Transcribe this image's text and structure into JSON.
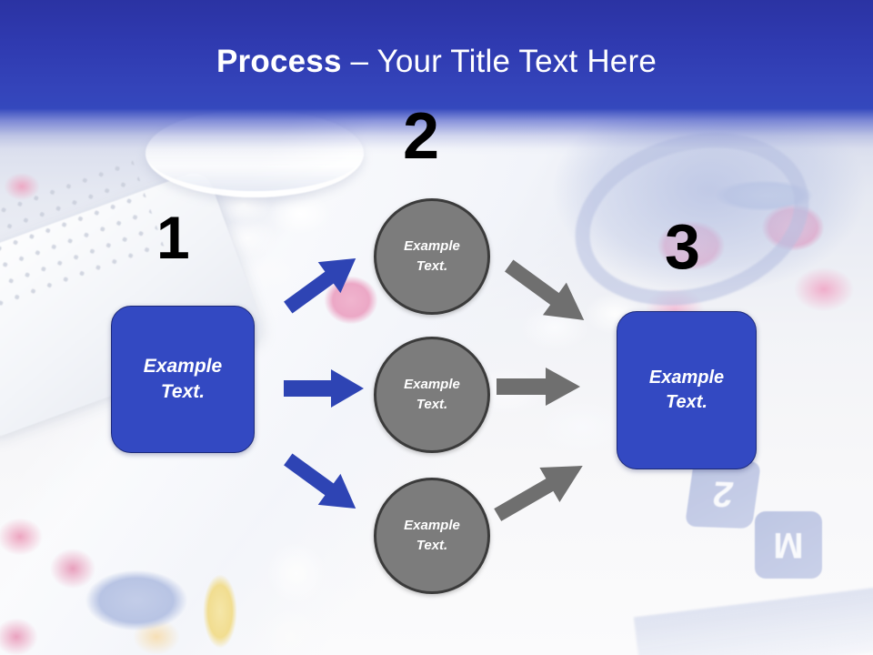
{
  "slide": {
    "title_strong": "Process",
    "title_rest": " – Your Title Text Here",
    "background": "pharmaceutical pills and calculator photograph",
    "colors": {
      "header_blue": "#2f3ab0",
      "box_blue": "#3349c2",
      "circle_gray": "#7c7c7c",
      "circle_border": "#3b3b3b",
      "arrow_blue": "#2e44b4",
      "arrow_gray": "#6f6f6f",
      "number_black": "#000000",
      "text_white": "#ffffff"
    }
  },
  "steps": [
    {
      "number": "1",
      "label": "step-number-1"
    },
    {
      "number": "2",
      "label": "step-number-2"
    },
    {
      "number": "3",
      "label": "step-number-3"
    }
  ],
  "boxes": {
    "left": {
      "line1": "Example",
      "line2": "Text."
    },
    "right": {
      "line1": "Example",
      "line2": "Text."
    }
  },
  "circles": [
    {
      "line1": "Example",
      "line2": "Text."
    },
    {
      "line1": "Example",
      "line2": "Text."
    },
    {
      "line1": "Example",
      "line2": "Text."
    }
  ],
  "arrows": [
    {
      "name": "arrow-left-to-circle-1",
      "direction": "up-right",
      "color": "#2e44b4"
    },
    {
      "name": "arrow-left-to-circle-2",
      "direction": "right",
      "color": "#2e44b4"
    },
    {
      "name": "arrow-left-to-circle-3",
      "direction": "down-right",
      "color": "#2e44b4"
    },
    {
      "name": "arrow-circle-1-to-right",
      "direction": "down-right",
      "color": "#6f6f6f"
    },
    {
      "name": "arrow-circle-2-to-right",
      "direction": "right",
      "color": "#6f6f6f"
    },
    {
      "name": "arrow-circle-3-to-right",
      "direction": "up-right",
      "color": "#6f6f6f"
    }
  ],
  "background_decor": {
    "calculator_key_1": "2",
    "calculator_key_2": "M"
  }
}
